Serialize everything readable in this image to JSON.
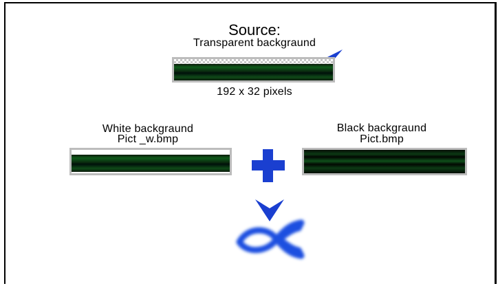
{
  "source": {
    "heading": "Source:",
    "subheading": "Transparent  backgraund",
    "size_label": "192 x 32 pixels"
  },
  "white_variant": {
    "label_line1": "White  backgraund",
    "label_line2": "Pict _w.bmp"
  },
  "black_variant": {
    "label_line1": "Black  backgraund",
    "label_line2": "Pict.bmp"
  },
  "symbols": {
    "plus": "plus-icon",
    "arrow": "down-arrow-icon",
    "result": "fish-logo-icon"
  },
  "colors": {
    "accent_blue": "#1a3fd0",
    "strip_green": "#0f5a1a",
    "strip_border": "#bcbcbc"
  }
}
